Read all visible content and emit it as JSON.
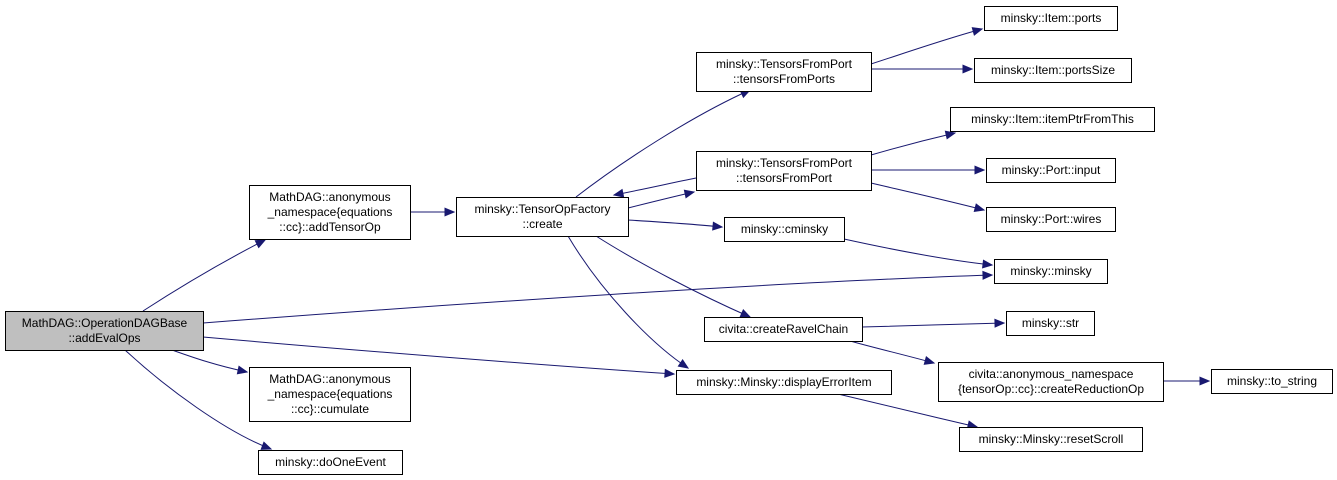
{
  "colors": {
    "edge": "#191970",
    "root_fill": "#bfbfbf",
    "node_fill": "#ffffff",
    "border": "#000000"
  },
  "nodes": [
    {
      "id": "addEvalOps",
      "lines": [
        "MathDAG::OperationDAGBase",
        "::addEvalOps"
      ],
      "root": true
    },
    {
      "id": "addTensorOp",
      "lines": [
        "MathDAG::anonymous",
        "_namespace{equations",
        "::cc}::addTensorOp"
      ]
    },
    {
      "id": "cumulate",
      "lines": [
        "MathDAG::anonymous",
        "_namespace{equations",
        "::cc}::cumulate"
      ]
    },
    {
      "id": "doOneEvent",
      "lines": [
        "minsky::doOneEvent"
      ]
    },
    {
      "id": "create",
      "lines": [
        "minsky::TensorOpFactory",
        "::create"
      ]
    },
    {
      "id": "tensorsFromPorts",
      "lines": [
        "minsky::TensorsFromPort",
        "::tensorsFromPorts"
      ]
    },
    {
      "id": "tensorsFromPort",
      "lines": [
        "minsky::TensorsFromPort",
        "::tensorsFromPort"
      ]
    },
    {
      "id": "cminsky",
      "lines": [
        "minsky::cminsky"
      ]
    },
    {
      "id": "createRavelChain",
      "lines": [
        "civita::createRavelChain"
      ]
    },
    {
      "id": "displayErrorItem",
      "lines": [
        "minsky::Minsky::displayErrorItem"
      ]
    },
    {
      "id": "ports",
      "lines": [
        "minsky::Item::ports"
      ]
    },
    {
      "id": "portsSize",
      "lines": [
        "minsky::Item::portsSize"
      ]
    },
    {
      "id": "itemPtrFromThis",
      "lines": [
        "minsky::Item::itemPtrFromThis"
      ]
    },
    {
      "id": "input",
      "lines": [
        "minsky::Port::input"
      ]
    },
    {
      "id": "wires",
      "lines": [
        "minsky::Port::wires"
      ]
    },
    {
      "id": "minsky",
      "lines": [
        "minsky::minsky"
      ]
    },
    {
      "id": "str",
      "lines": [
        "minsky::str"
      ]
    },
    {
      "id": "createReductionOp",
      "lines": [
        "civita::anonymous_namespace",
        "{tensorOp::cc}::createReductionOp"
      ]
    },
    {
      "id": "to_string",
      "lines": [
        "minsky::to_string"
      ]
    },
    {
      "id": "resetScroll",
      "lines": [
        "minsky::Minsky::resetScroll"
      ]
    }
  ],
  "edges": [
    {
      "from": "addEvalOps",
      "to": "addTensorOp"
    },
    {
      "from": "addEvalOps",
      "to": "cumulate"
    },
    {
      "from": "addEvalOps",
      "to": "doOneEvent"
    },
    {
      "from": "addEvalOps",
      "to": "minsky"
    },
    {
      "from": "addEvalOps",
      "to": "displayErrorItem"
    },
    {
      "from": "addTensorOp",
      "to": "create"
    },
    {
      "from": "create",
      "to": "tensorsFromPorts"
    },
    {
      "from": "create",
      "to": "tensorsFromPort"
    },
    {
      "from": "create",
      "to": "cminsky"
    },
    {
      "from": "create",
      "to": "createRavelChain"
    },
    {
      "from": "create",
      "to": "displayErrorItem"
    },
    {
      "from": "tensorsFromPorts",
      "to": "ports"
    },
    {
      "from": "tensorsFromPorts",
      "to": "portsSize"
    },
    {
      "from": "tensorsFromPort",
      "to": "create"
    },
    {
      "from": "tensorsFromPort",
      "to": "itemPtrFromThis"
    },
    {
      "from": "tensorsFromPort",
      "to": "input"
    },
    {
      "from": "tensorsFromPort",
      "to": "wires"
    },
    {
      "from": "cminsky",
      "to": "minsky"
    },
    {
      "from": "createRavelChain",
      "to": "str"
    },
    {
      "from": "createRavelChain",
      "to": "createReductionOp"
    },
    {
      "from": "createReductionOp",
      "to": "to_string"
    },
    {
      "from": "displayErrorItem",
      "to": "resetScroll"
    }
  ]
}
